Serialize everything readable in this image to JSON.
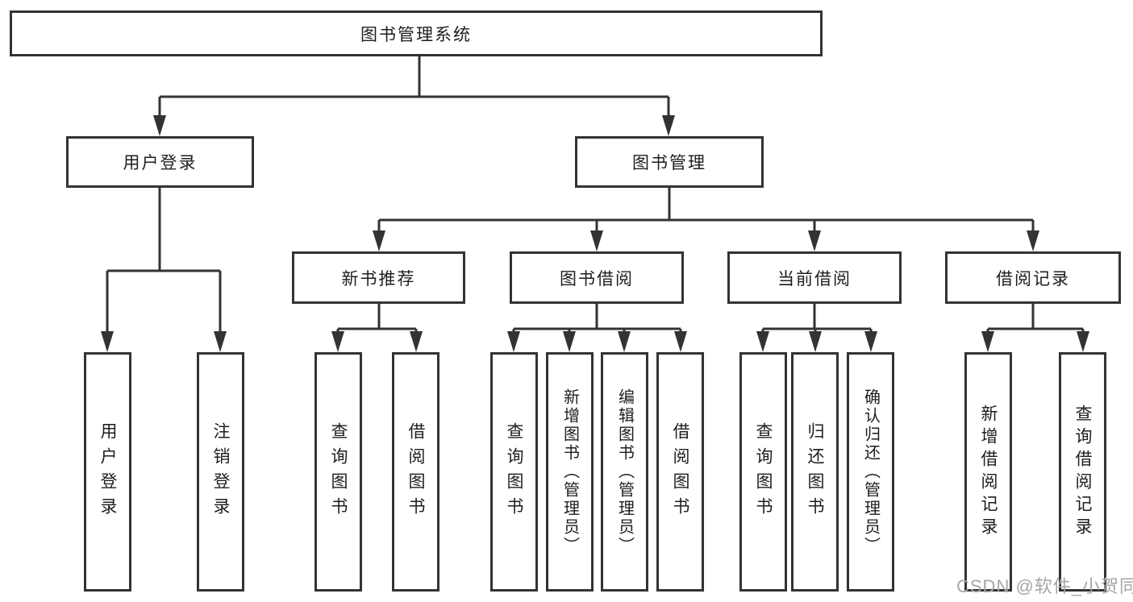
{
  "diagram": {
    "root": {
      "label": "图书管理系统"
    },
    "branches": [
      {
        "label": "用户登录",
        "children": [
          {
            "label": "用户登录"
          },
          {
            "label": "注销登录"
          }
        ]
      },
      {
        "label": "图书管理",
        "children": [
          {
            "label": "新书推荐",
            "children": [
              {
                "label": "查询图书"
              },
              {
                "label": "借阅图书"
              }
            ]
          },
          {
            "label": "图书借阅",
            "children": [
              {
                "label": "查询图书"
              },
              {
                "label": "新增图书（管理员）"
              },
              {
                "label": "编辑图书（管理员）"
              },
              {
                "label": "借阅图书"
              }
            ]
          },
          {
            "label": "当前借阅",
            "children": [
              {
                "label": "查询图书"
              },
              {
                "label": "归还图书"
              },
              {
                "label": "确认归还（管理员）"
              }
            ]
          },
          {
            "label": "借阅记录",
            "children": [
              {
                "label": "新增借阅记录"
              },
              {
                "label": "查询借阅记录"
              }
            ]
          }
        ]
      }
    ]
  },
  "watermark": {
    "text": "CSDN @软件_小贺同学"
  },
  "colors": {
    "line": "#333333",
    "box_border": "#333333",
    "text": "#1e1e1e",
    "watermark": "#a6a6a6",
    "background": "#ffffff"
  }
}
